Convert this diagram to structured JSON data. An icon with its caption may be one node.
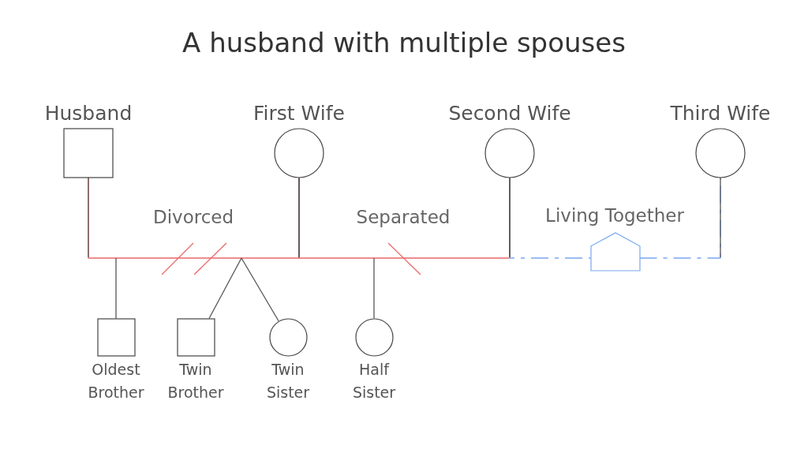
{
  "diagram": {
    "title": "A husband with multiple spouses",
    "nodes": [
      {
        "text": [
          "Husband"
        ]
      },
      {
        "text": [
          "First Wife"
        ]
      },
      {
        "text": [
          "Second Wife"
        ]
      },
      {
        "text": [
          "Third Wife"
        ]
      },
      {
        "text": [
          "Oldest Brother"
        ]
      },
      {
        "text": [
          "Twin Brother"
        ]
      },
      {
        "text": [
          "Twin Sister"
        ]
      },
      {
        "text": [
          "Half Sister"
        ]
      },
      {
        "text": [],
        "shape": "house"
      }
    ],
    "edges": [
      {
        "from": 0,
        "to": 1,
        "arrow": "none",
        "label": "Divorced",
        "color": "#e86a6a"
      },
      {
        "from": 1,
        "to": 2,
        "arrow": "none",
        "label": "Separated",
        "color": "#e86a6a"
      },
      {
        "from": 2,
        "to": 8,
        "arrow": "none",
        "label": "Living Together",
        "style": "dashed",
        "color": "#7aa6f2"
      },
      {
        "from": 8,
        "to": 3,
        "arrow": "none",
        "style": "dashed",
        "color": "#7aa6f2"
      },
      {
        "from": null,
        "to": 4,
        "arrow": "none"
      },
      {
        "from": null,
        "to": 5,
        "arrow": "none"
      },
      {
        "from": null,
        "to": 6,
        "arrow": "none"
      },
      {
        "from": null,
        "to": 7,
        "arrow": "none"
      }
    ]
  }
}
